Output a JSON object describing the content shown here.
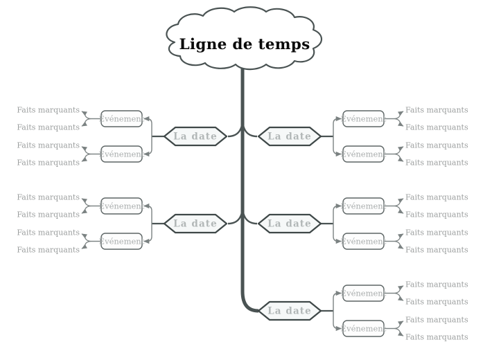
{
  "root": {
    "label": "Ligne de temps"
  },
  "branches": [
    {
      "position": "left-top",
      "date": "La date",
      "events": [
        {
          "label": "Événement",
          "facts": [
            "Faits marquants",
            "Faits marquants"
          ]
        },
        {
          "label": "Événement",
          "facts": [
            "Faits marquants",
            "Faits marquants"
          ]
        }
      ]
    },
    {
      "position": "left-bottom",
      "date": "La date",
      "events": [
        {
          "label": "Événement",
          "facts": [
            "Faits marquants",
            "Faits marquants"
          ]
        },
        {
          "label": "Événement",
          "facts": [
            "Faits marquants",
            "Faits marquants"
          ]
        }
      ]
    },
    {
      "position": "right-top",
      "date": "La date",
      "events": [
        {
          "label": "Événement",
          "facts": [
            "Faits marquants",
            "Faits marquants"
          ]
        },
        {
          "label": "Événement",
          "facts": [
            "Faits marquants",
            "Faits marquants"
          ]
        }
      ]
    },
    {
      "position": "right-middle",
      "date": "La date",
      "events": [
        {
          "label": "Événement",
          "facts": [
            "Faits marquants",
            "Faits marquants"
          ]
        },
        {
          "label": "Événement",
          "facts": [
            "Faits marquants",
            "Faits marquants"
          ]
        }
      ]
    },
    {
      "position": "right-bottom",
      "date": "La date",
      "events": [
        {
          "label": "Événement",
          "facts": [
            "Faits marquants",
            "Faits marquants"
          ]
        },
        {
          "label": "Événement",
          "facts": [
            "Faits marquants",
            "Faits marquants"
          ]
        }
      ]
    }
  ],
  "colors": {
    "line_dark": "#4a5353",
    "line_gray": "#7b8282",
    "hex_fill": "#f6f8f8",
    "hex_border": "#3f4848",
    "hex_text": "#b2b7b7",
    "event_border": "#5d6565",
    "event_text": "#a8acac",
    "fact_text": "#9c9f9f",
    "title_text": "#0a0a0a",
    "background": "#ffffff"
  }
}
